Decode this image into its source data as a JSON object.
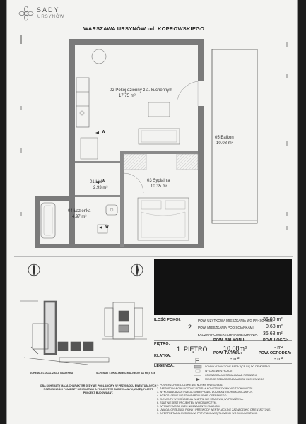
{
  "logo": {
    "title": "SADY",
    "subtitle": "URSYNÓW"
  },
  "plan": {
    "heading": "WARSZAWA URSYNÓW -ul. KOPROWSKIEGO",
    "rooms": [
      {
        "name": "02 Pokój dzienny z a. kuchennym",
        "area": "17.75 m²"
      },
      {
        "name": "05 Balkon",
        "area": "10.08 m²"
      },
      {
        "name": "01 Hol",
        "area": "2.93 m²"
      },
      {
        "name": "03 Sypialnia",
        "area": "10.35 m²"
      },
      {
        "name": "04 Łazienka",
        "area": "4.97 m²"
      }
    ],
    "w_markers": [
      "W",
      "W",
      "W"
    ]
  },
  "maps": {
    "lokalizacja_label": "SCHEMAT LOKALIZACJI BUDYNKU",
    "pietro_label": "SCHEMAT LOKALI MIESZKALNEGO NA PIĘTRZE",
    "disclaimer": "OBA SCHEMATY MAJĄ CHARAKTER JEDYNIE POGLĄDOWY. W PRZYPADKU EWENTUALNYCH ROZBIEŻNOŚCI POMIĘDZY SCHEMATAMI A PROJEKTEM BUDOWLANYM, WIĄŻĄCY JEST PROJEKT BUDOWLANY."
  },
  "info": {
    "ilosc_pokoi_label": "ILOŚĆ POKOI:",
    "ilosc_pokoi_value": "2",
    "areas": [
      {
        "label": "POW. UŻYTKOWA MIESZKANIA WG PN-ISO 9836:",
        "value": "36.00 m²"
      },
      {
        "label": "POW. MIESZKANIA POD ŚCIANKAMI:",
        "value": "0.68 m²"
      },
      {
        "label": "ŁĄCZNA POWIERZCHNIA MIESZKANIA:",
        "value": "36.68 m²"
      }
    ],
    "pietro_label": "PIĘTRO:",
    "pietro_value": "1. PIĘTRO",
    "pow_balkonu_label": "POW. BALKONU:",
    "pow_balkonu_value": "10.08m²",
    "pow_loggi_label": "POW. LOGGI:",
    "pow_loggi_value": "- m²",
    "klatka_label": "KLATKA:",
    "klatka_value": "F",
    "pow_tarasu_label": "POW. TARASU:",
    "pow_tarasu_value": "- m²",
    "pow_ogrodka_label": "POW. OGRÓDKA:",
    "pow_ogrodka_value": "- m²",
    "legenda_label": "LEGENDA:",
    "legend_items": [
      "ŚCIANY OZNACZONE NADAJĄCE SIĘ DO DEMONTAŻU",
      "WYCIĄG WENTYLACJI",
      "ORIENTACJA MIESZKANIA NAD POSADZKĄ",
      "MIEJSCE PODŁĄCZENIA ANEKSU KUCHENNEGO"
    ],
    "notes": [
      "1. POWIERZCHNIE LICZONE WG NORMY PN-ISO 9836.",
      "2. ZASTOSOWANO KLUCZOWY PODZIAŁ KONSTRUKCYJNY WG TECHNOLOGII.",
      "3. WYKONAWCA ZASTRZEGA SOBIE PRAWO DO ZMIAN TECHNOLOGICZNYCH.",
      "4. WYPOSAŻENIE WG STANDARDU DEWELOPERSKIEGO.",
      "5. ELEMENTY WYKOŃCZENIA WNĘTRZ NIE STANOWIĄ WYPOSAŻENIA.",
      "6. RZUT NIE JEST PROJEKTEM WYKONAWCZYM.",
      "7. WYMIARY MOGĄ ULEC NIEZNACZNYM ZMIANOM.",
      "8. UWAGA: GRZEJNIKI, PIONY I PRZEWODY WENTYLACYJNE ZAZNACZONO ORIENTACYJNIE.",
      "9. INTERPRETACJA RYSUNKU W PRZYPADKU WĄTPLIWOŚCI WG DOKUMENTACJI."
    ]
  }
}
